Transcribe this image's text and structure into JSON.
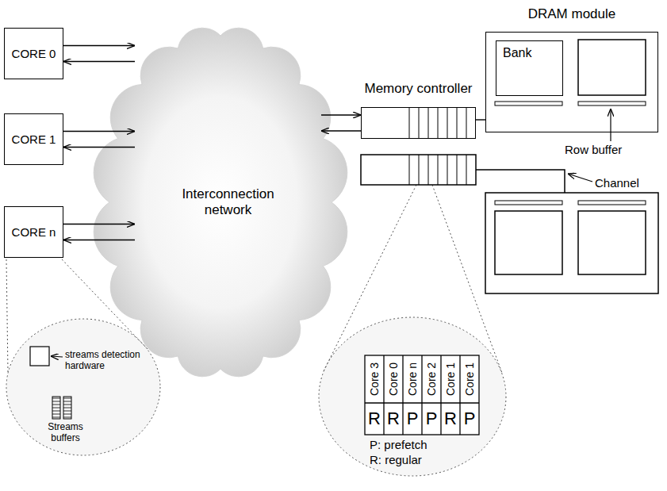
{
  "diagram": {
    "nodes": [
      {
        "text": [
          "CORE 0"
        ]
      },
      {
        "text": [
          "CORE 1"
        ]
      },
      {
        "text": [
          "CORE n"
        ]
      },
      {
        "text": [
          "Interconnection network"
        ]
      },
      {
        "text": [
          "Memory controller"
        ]
      },
      {
        "text": [
          "DRAM module"
        ]
      },
      {
        "text": [
          "Bank"
        ],
        "in": 5
      }
    ],
    "edges": [
      {
        "from": 0,
        "to": 3,
        "arrow": "to"
      },
      {
        "from": 3,
        "to": 0,
        "arrow": "to"
      },
      {
        "from": 1,
        "to": 3,
        "arrow": "to"
      },
      {
        "from": 3,
        "to": 1,
        "arrow": "to"
      },
      {
        "from": 2,
        "to": 3,
        "arrow": "to"
      },
      {
        "from": 3,
        "to": 2,
        "arrow": "to"
      },
      {
        "from": 3,
        "to": 4,
        "arrow": "to"
      },
      {
        "from": 4,
        "to": 3,
        "arrow": "to"
      },
      {
        "from": 4,
        "to": 5,
        "arrow": "none"
      }
    ],
    "labels": [
      "Row buffer",
      "Channel",
      "streams detection hardware",
      "Streams buffers",
      "Core 3",
      "Core 0",
      "Core n",
      "Core 2",
      "Core 1",
      "Core 1",
      "R",
      "R",
      "P",
      "P",
      "R",
      "P",
      "P: prefetch",
      "R: regular"
    ]
  }
}
